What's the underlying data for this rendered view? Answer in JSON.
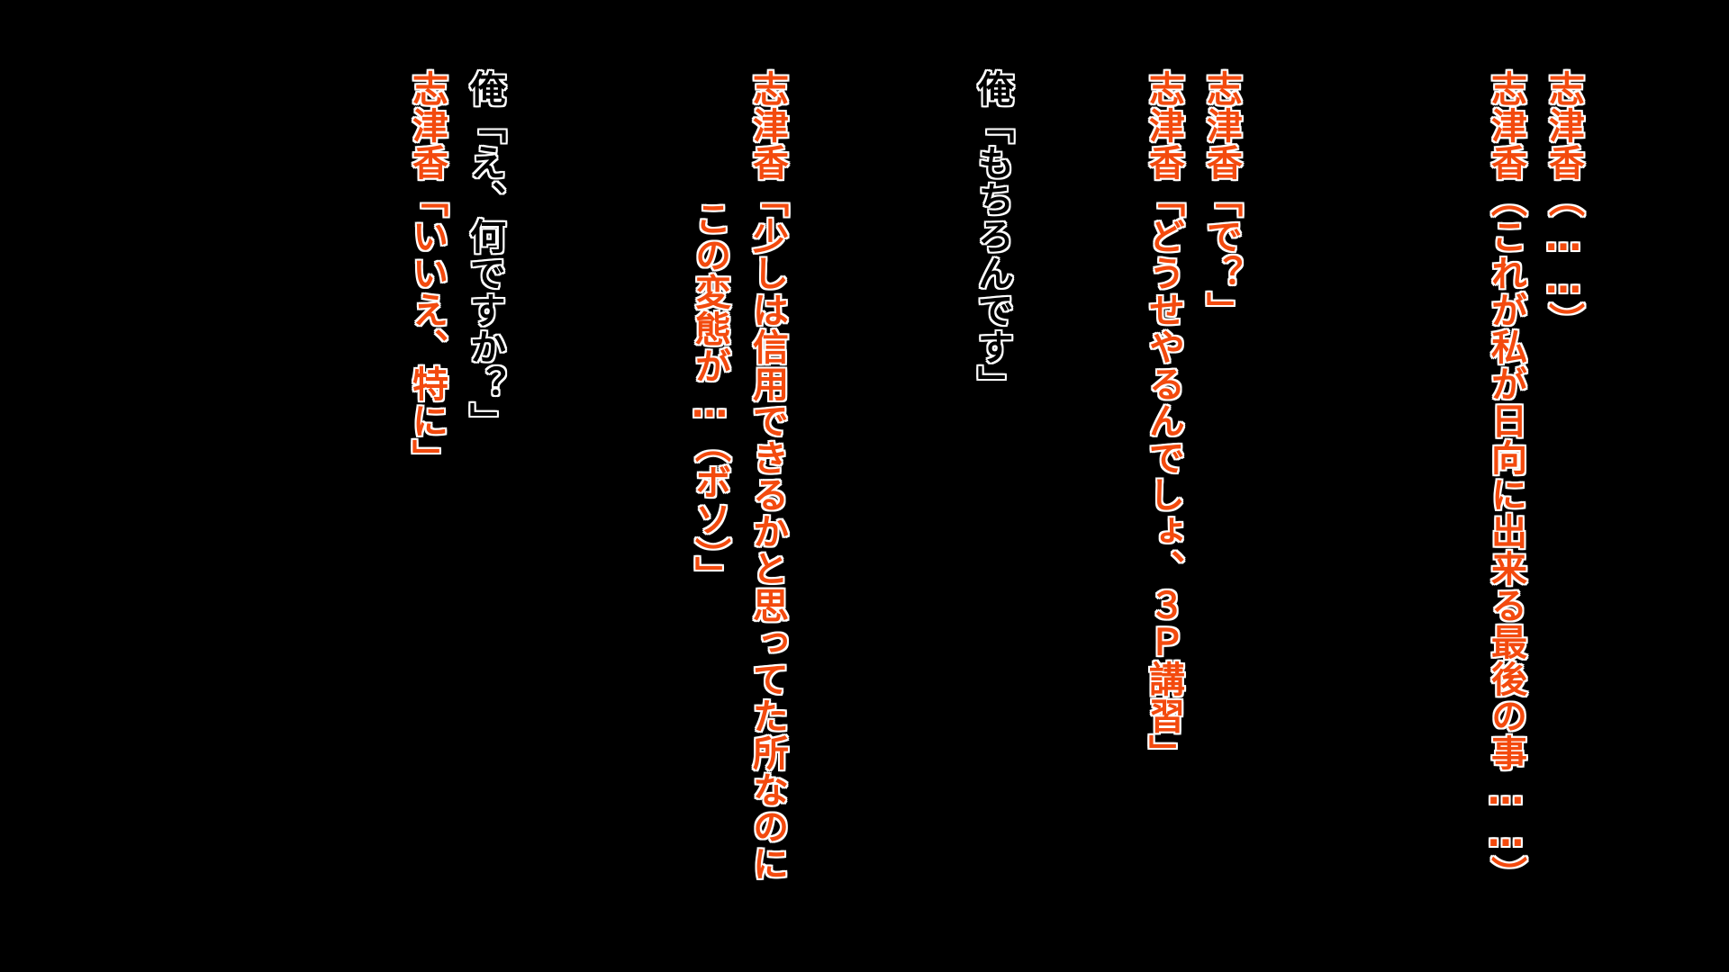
{
  "colors": {
    "background": "#000000",
    "shizuka_text": "#f34a0e",
    "ore_text": "#000000",
    "outline": "#ffffff"
  },
  "script": {
    "lines": [
      {
        "speaker": "志津香",
        "text": "志津香（……）"
      },
      {
        "speaker": "志津香",
        "text": "志津香（これが私が日向に出来る最後の事……）"
      },
      {
        "speaker": "志津香",
        "text": "志津香「で？」"
      },
      {
        "speaker": "志津香",
        "text": "志津香「どうせやるんでしょ、３Ｐ講習」"
      },
      {
        "speaker": "俺",
        "text": "俺「もちろんです」"
      },
      {
        "speaker": "志津香",
        "text": "志津香「少しは信用できるかと思ってた所なのに"
      },
      {
        "speaker": "志津香",
        "text": "この変態が…（ボソ）」"
      },
      {
        "speaker": "俺",
        "text": "俺「え、何ですか？」"
      },
      {
        "speaker": "志津香",
        "text": "志津香「いいえ、特に」"
      }
    ]
  }
}
